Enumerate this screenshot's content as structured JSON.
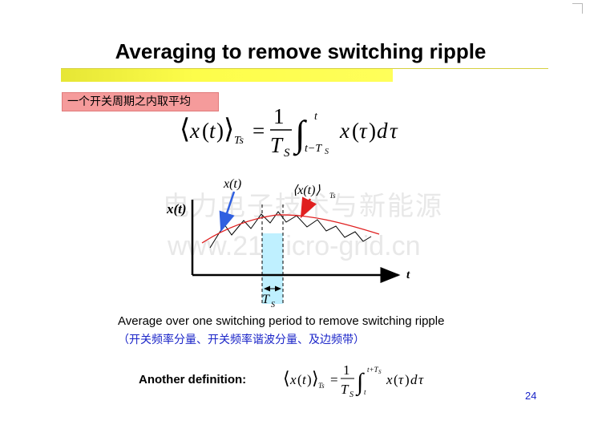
{
  "slide": {
    "title": "Averaging to remove switching ripple",
    "label": "一个开关周期之内取平均",
    "watermark_line1": "电力电子技术与新能源",
    "watermark_line2": "www.21micro-grid.cn",
    "caption": "Average over one switching period to remove switching ripple",
    "caption_cn": "（开关频率分量、开关频率谐波分量、及边频带）",
    "another_label": "Another definition:",
    "page_number": "24"
  },
  "figure": {
    "y_axis_label": "x(t)",
    "x_axis_label": "t",
    "signal_label": "x(t)",
    "average_label": "⟨x(t)⟩",
    "average_subscript": "Ts",
    "period_label": "T",
    "period_subscript": "S"
  },
  "colors": {
    "title_bar": "#ffff55",
    "label_box": "#f59b9b",
    "caption_cn": "#1a24c8",
    "average_curve": "#e02020",
    "blue_arrow": "#3060e0",
    "period_shade": "#bff0ff"
  }
}
